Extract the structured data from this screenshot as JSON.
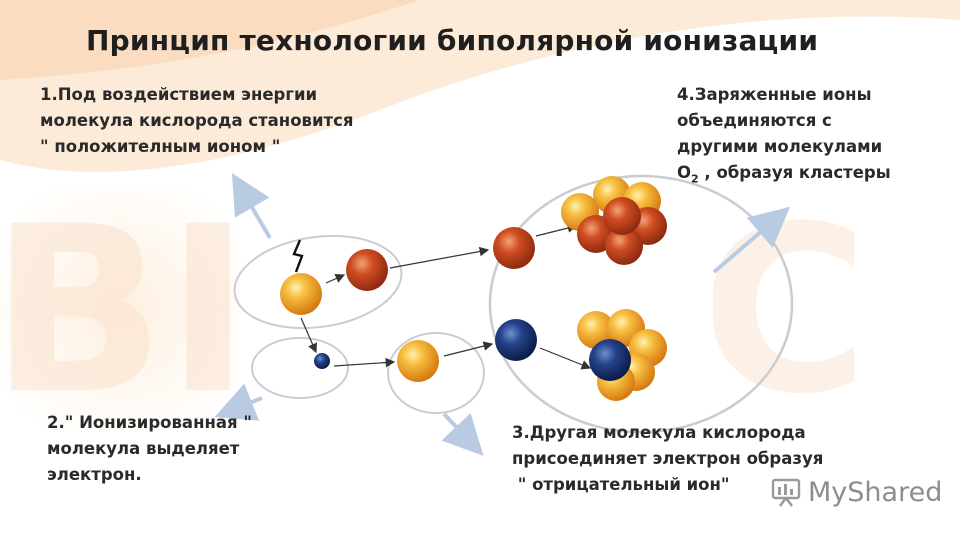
{
  "title": "Принцип технологии биполярной ионизации",
  "steps": {
    "s1": [
      "1.Под воздействием энергии",
      "молекула кислорода  становится",
      "\" положителным  ионом \""
    ],
    "s2": [
      "2.\" Ионизированная \"",
      "молекула выделяет",
      "электрон."
    ],
    "s3": [
      "3.Другая молекула кислорода",
      "присоединяет  электрон образуя",
      " \" отрицательный ион\""
    ],
    "s4": [
      "4.Заряженные ионы",
      "объединяются с",
      "другими молекулами"
    ],
    "s4_last": {
      "prefix": "O",
      "sub": "2",
      "suffix": " , образуя кластеры"
    }
  },
  "watermark": "MyShared",
  "icons": [
    "energy-zigzag-icon",
    "presentation-board-icon"
  ],
  "colors": {
    "orange_atom": "#f2a623",
    "red_atom": "#c4421c",
    "blue_atom": "#1d3b7a",
    "arrow": "#b9cbe2",
    "ellipse": "#c9cdd2"
  }
}
